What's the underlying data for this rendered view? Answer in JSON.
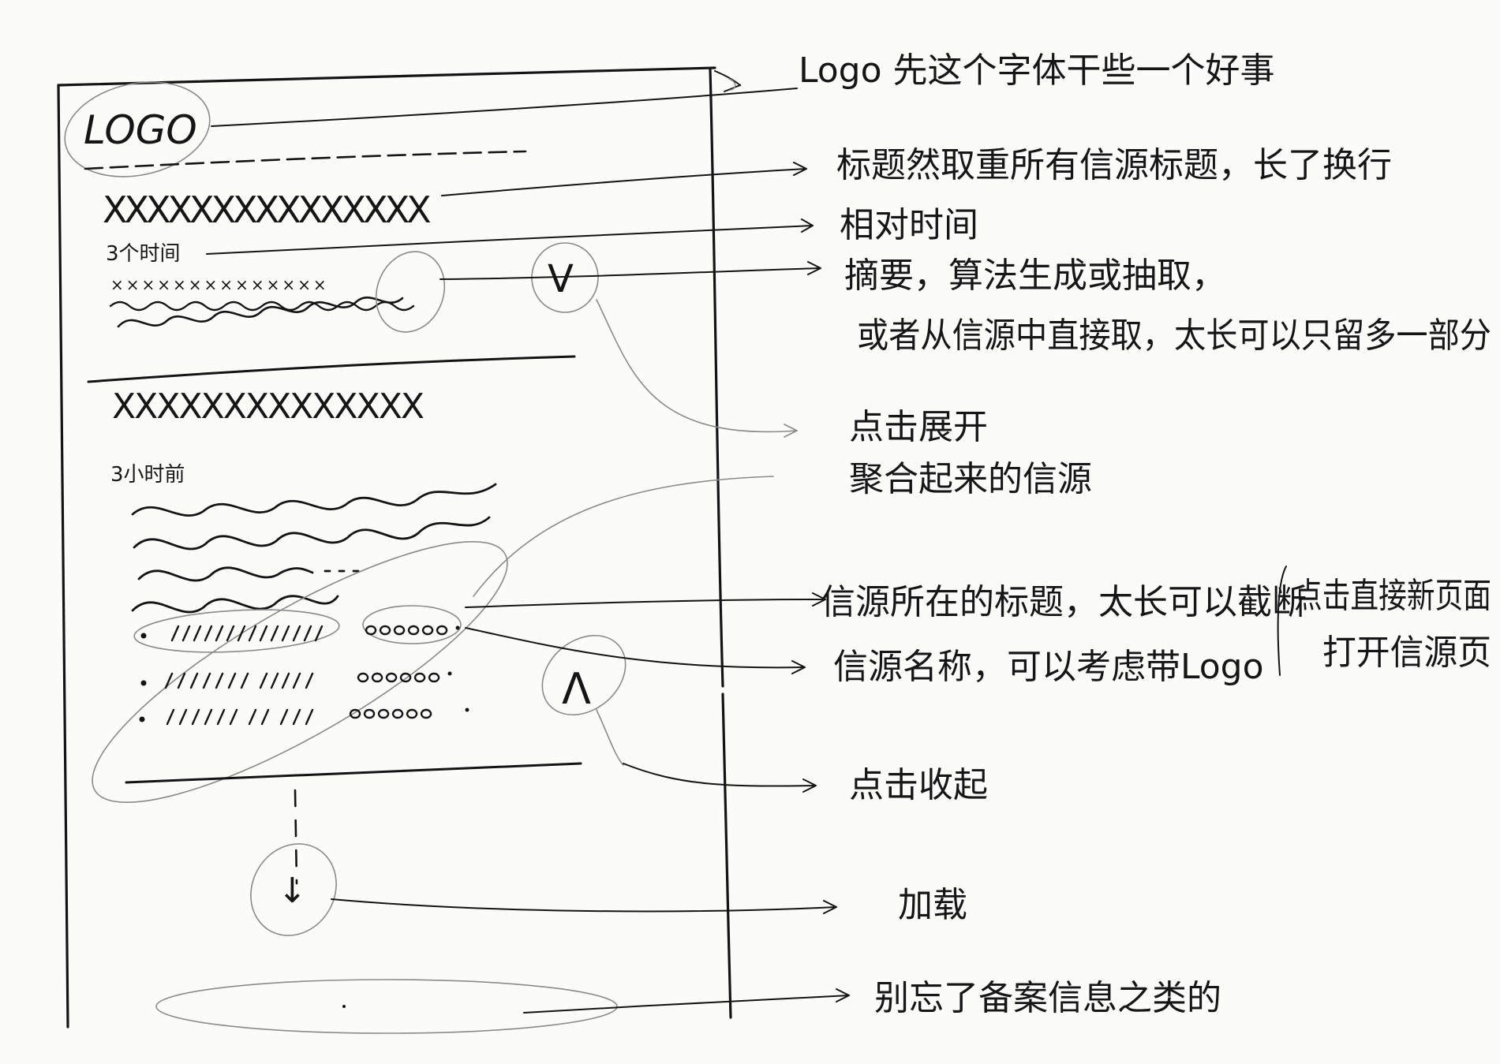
{
  "wireframe": {
    "logo": "LOGO",
    "article1": {
      "title": "XXXXXXXXXXXXXXX",
      "time": "3个时间",
      "summary_line1": "××××××××××××××",
      "expand_icon": "V"
    },
    "article2": {
      "title": "XXXXXXXXXXXXXX",
      "time": "3小时前",
      "collapse_icon": "Λ"
    },
    "load_more_icon": "↓"
  },
  "annotations": {
    "logo": "Logo 先这个字体干些一个好事",
    "title": "标题然取重所有信源标题，长了换行",
    "time": "相对时间",
    "summary_line1": "摘要，算法生成或抽取，",
    "summary_line2": "或者从信源中直接取，太长可以只留多一部分",
    "expand": "点击展开",
    "aggregated": "聚合起来的信源",
    "source_title": "信源所在的标题，太长可以截断",
    "source_name": "信源名称，可以考虑带Logo",
    "click_open_line1": "点击直接新页面",
    "click_open_line2": "打开信源页",
    "collapse": "点击收起",
    "load_more": "加载",
    "footer": "别忘了备案信息之类的"
  }
}
